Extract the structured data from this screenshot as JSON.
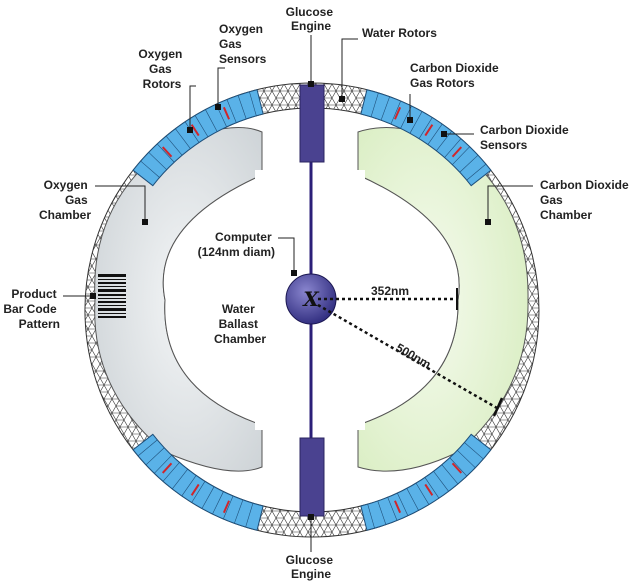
{
  "colors": {
    "oxygen_chamber": "#c9cfd3",
    "co2_chamber": "#d6ecbd",
    "rotor_blue": "#5ab2e8",
    "rotor_red_mark": "#d0262b",
    "engine": "#4a4290",
    "shaft": "#2b1f78",
    "computer": "#2d2a7c",
    "water_lattice": "#ffffff"
  },
  "labels": {
    "glucose_engine_top": [
      "Glucose",
      "Engine"
    ],
    "water_rotors": "Water Rotors",
    "oxygen_gas_sensors": [
      "Oxygen",
      "Gas",
      "Sensors"
    ],
    "oxygen_gas_rotors": [
      "Oxygen",
      "Gas",
      "Rotors"
    ],
    "co2_gas_rotors": [
      "Carbon Dioxide",
      "Gas Rotors"
    ],
    "co2_sensors": [
      "Carbon Dioxide",
      "Sensors"
    ],
    "oxygen_gas_chamber": [
      "Oxygen",
      "Gas",
      "Chamber"
    ],
    "co2_gas_chamber": [
      "Carbon Dioxide",
      "Gas",
      "Chamber"
    ],
    "computer": [
      "Computer",
      "(124nm diam)"
    ],
    "product_bar_code": [
      "Product",
      "Bar Code",
      "Pattern"
    ],
    "water_ballast": [
      "Water",
      "Ballast",
      "Chamber"
    ],
    "glucose_engine_bottom": [
      "Glucose",
      "Engine"
    ],
    "dim_inner": "352nm",
    "dim_outer": "500nm"
  }
}
